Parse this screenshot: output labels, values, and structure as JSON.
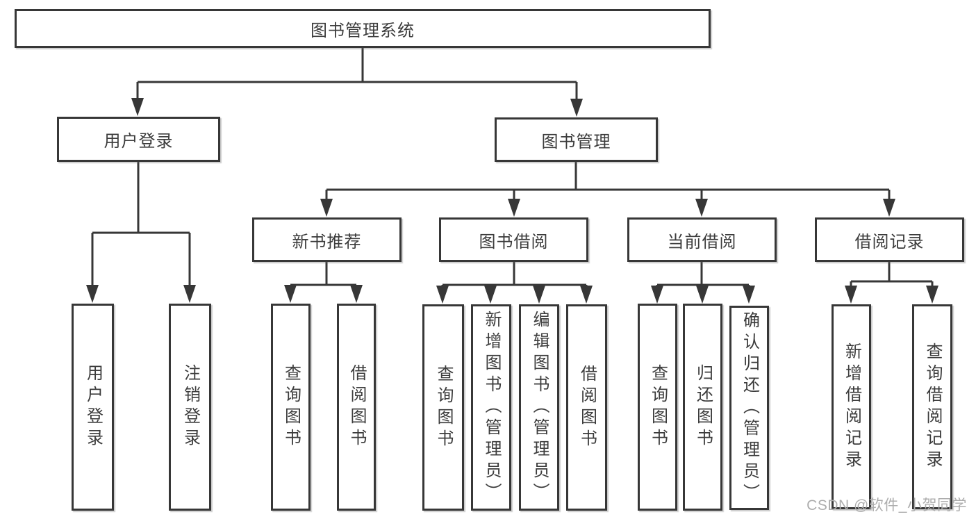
{
  "diagram": {
    "root": {
      "label": "图书管理系统"
    },
    "branches": [
      {
        "label": "用户登录",
        "children": [
          {
            "label": "用户登录"
          },
          {
            "label": "注销登录"
          }
        ]
      },
      {
        "label": "图书管理",
        "children": [
          {
            "label": "新书推荐",
            "children": [
              {
                "label": "查询图书"
              },
              {
                "label": "借阅图书"
              }
            ]
          },
          {
            "label": "图书借阅",
            "children": [
              {
                "label": "查询图书"
              },
              {
                "label": "新增图书（管理员）"
              },
              {
                "label": "编辑图书（管理员）"
              },
              {
                "label": "借阅图书"
              }
            ]
          },
          {
            "label": "当前借阅",
            "children": [
              {
                "label": "查询图书"
              },
              {
                "label": "归还图书"
              },
              {
                "label": "确认归还（管理员）"
              }
            ]
          },
          {
            "label": "借阅记录",
            "children": [
              {
                "label": "新增借阅记录"
              },
              {
                "label": "查询借阅记录"
              }
            ]
          }
        ]
      }
    ]
  },
  "watermark": {
    "text": "CSDN @软件_小贺同学"
  },
  "colors": {
    "line": "#373737",
    "box_border": "#373737",
    "text": "#3c3c3c",
    "background": "#ffffff",
    "watermark": "#adadad"
  }
}
